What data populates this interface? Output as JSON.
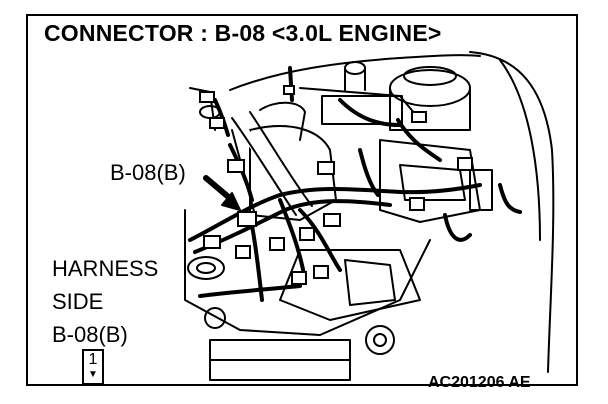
{
  "title": "CONNECTOR : B-08 <3.0L ENGINE>",
  "callout_label": "B-08(B)",
  "harness_side": {
    "line1": "HARNESS",
    "line2": "SIDE",
    "connector": "B-08(B)",
    "pin_number": "1",
    "arrow_icon": "down-triangle-icon"
  },
  "figure_code": "AC201206 AE"
}
